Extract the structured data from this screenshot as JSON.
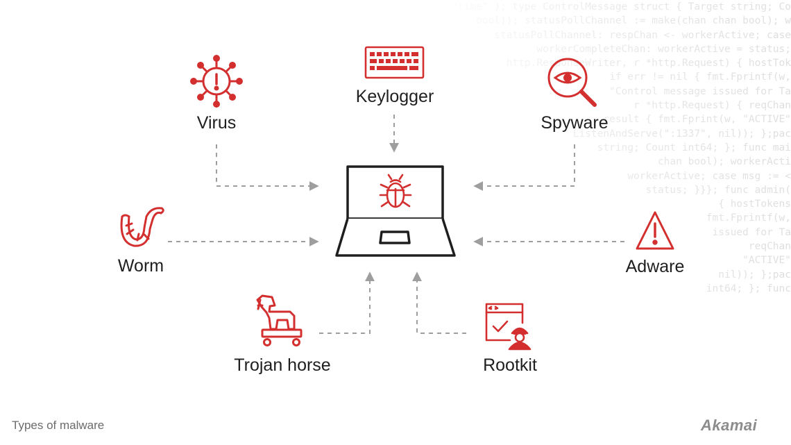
{
  "code_lines": [
    "\"time\" ); type ControlMessage struct { Target string; Co",
    "bool)); statusPollChannel := make(chan chan bool); w",
    "statusPollChannel: respChan <- workerActive; case",
    "workerCompleteChan: workerActive = status;",
    "http.ResponseWriter, r *http.Request) { hostTok",
    "if err != nil { fmt.Fprintf(w,",
    "\"Control message issued for Ta",
    "r *http.Request) { reqChan",
    "result { fmt.Fprint(w, \"ACTIVE\"",
    "ListenAndServe(\":1337\", nil)); };pac",
    "string; Count int64; }; func mai",
    "chan bool); workerActi",
    "workerActive; case msg := <",
    "status; }}}; func admin(",
    "{ hostTokens",
    "fmt.Fprintf(w,",
    "issued for Ta",
    "reqChan",
    "\"ACTIVE\"",
    "nil)); };pac",
    "int64; }; func"
  ],
  "nodes": {
    "virus": "Virus",
    "keylogger": "Keylogger",
    "spyware": "Spyware",
    "worm": "Worm",
    "adware": "Adware",
    "trojan": "Trojan horse",
    "rootkit": "Rootkit"
  },
  "caption": "Types of malware",
  "brand": "Akamai",
  "icons": [
    "virus-icon",
    "keyboard-icon",
    "spyware-eye-icon",
    "worm-icon",
    "warning-triangle-icon",
    "trojan-horse-icon",
    "rootkit-icon",
    "laptop-icon",
    "bug-icon"
  ],
  "colors": {
    "accent": "#d32f2f",
    "outline": "#1e1e1e",
    "arrow": "#9e9e9e",
    "label": "#1f1f1f"
  }
}
